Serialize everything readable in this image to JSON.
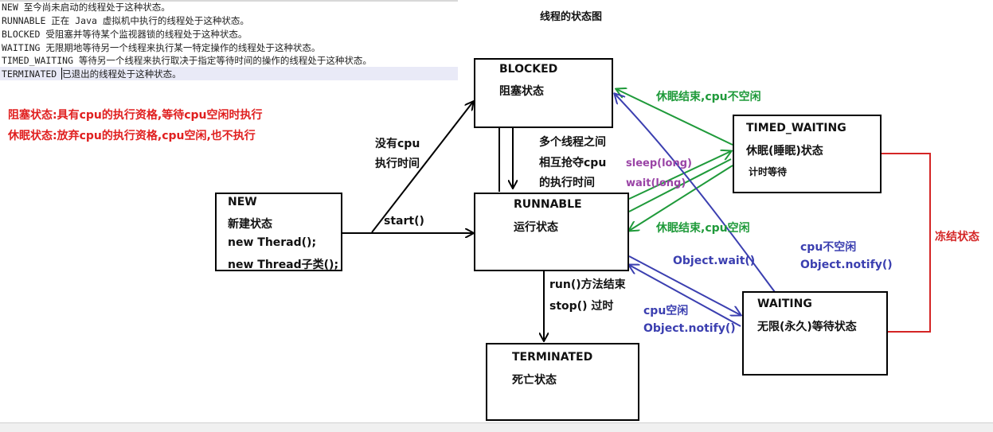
{
  "notes": {
    "lines": [
      "NEW 至今尚未启动的线程处于这种状态。",
      "RUNNABLE 正在 Java 虚拟机中执行的线程处于这种状态。",
      "BLOCKED 受阻塞并等待某个监视器锁的线程处于这种状态。",
      "WAITING 无限期地等待另一个线程来执行某一特定操作的线程处于这种状态。",
      "TIMED_WAITING 等待另一个线程来执行取决于指定等待时间的操作的线程处于这种状态。",
      "TERMINATED 已退出的线程处于这种状态。"
    ]
  },
  "explanations": {
    "blocked": "阻塞状态:具有cpu的执行资格,等待cpu空闲时执行",
    "sleeping": "休眠状态:放弃cpu的执行资格,cpu空闲,也不执行"
  },
  "title": "线程的状态图",
  "states": {
    "new": {
      "name": "NEW",
      "desc": "新建状态",
      "lines": [
        "new Therad();",
        "new Thread子类();"
      ]
    },
    "blocked": {
      "name": "BLOCKED",
      "desc": "阻塞状态"
    },
    "runnable": {
      "name": "RUNNABLE",
      "desc": "运行状态"
    },
    "terminated": {
      "name": "TERMINATED",
      "desc": "死亡状态"
    },
    "timed_waiting": {
      "name": "TIMED_WAITING",
      "desc": "休眠(睡眠)状态",
      "sub": "计时等待"
    },
    "waiting": {
      "name": "WAITING",
      "desc": "无限(永久)等待状态"
    }
  },
  "labels": {
    "no_cpu_1": "没有cpu",
    "no_cpu_2": "执行时间",
    "start": "start()",
    "compete_1": "多个线程之间",
    "compete_2": "相互抢夺cpu",
    "compete_3": "的执行时间",
    "sleep_long": "sleep(long)",
    "wait_long": "wait(long)",
    "sleep_end_busy": "休眠结束,cpu不空闲",
    "sleep_end_free": "休眠结束,cpu空闲",
    "run_end": "run()方法结束",
    "stop": "stop() 过时",
    "object_wait": "Object.wait()",
    "cpu_free": "cpu空闲",
    "notify_1": "Object.notify()",
    "cpu_busy": "cpu不空闲",
    "notify_2": "Object.notify()",
    "frozen": "冻结状态"
  },
  "colors": {
    "green": "#1f9a3a",
    "blue": "#3b3fb0",
    "red": "#d42525",
    "purple": "#9a44a6",
    "red_note": "#e02020"
  }
}
